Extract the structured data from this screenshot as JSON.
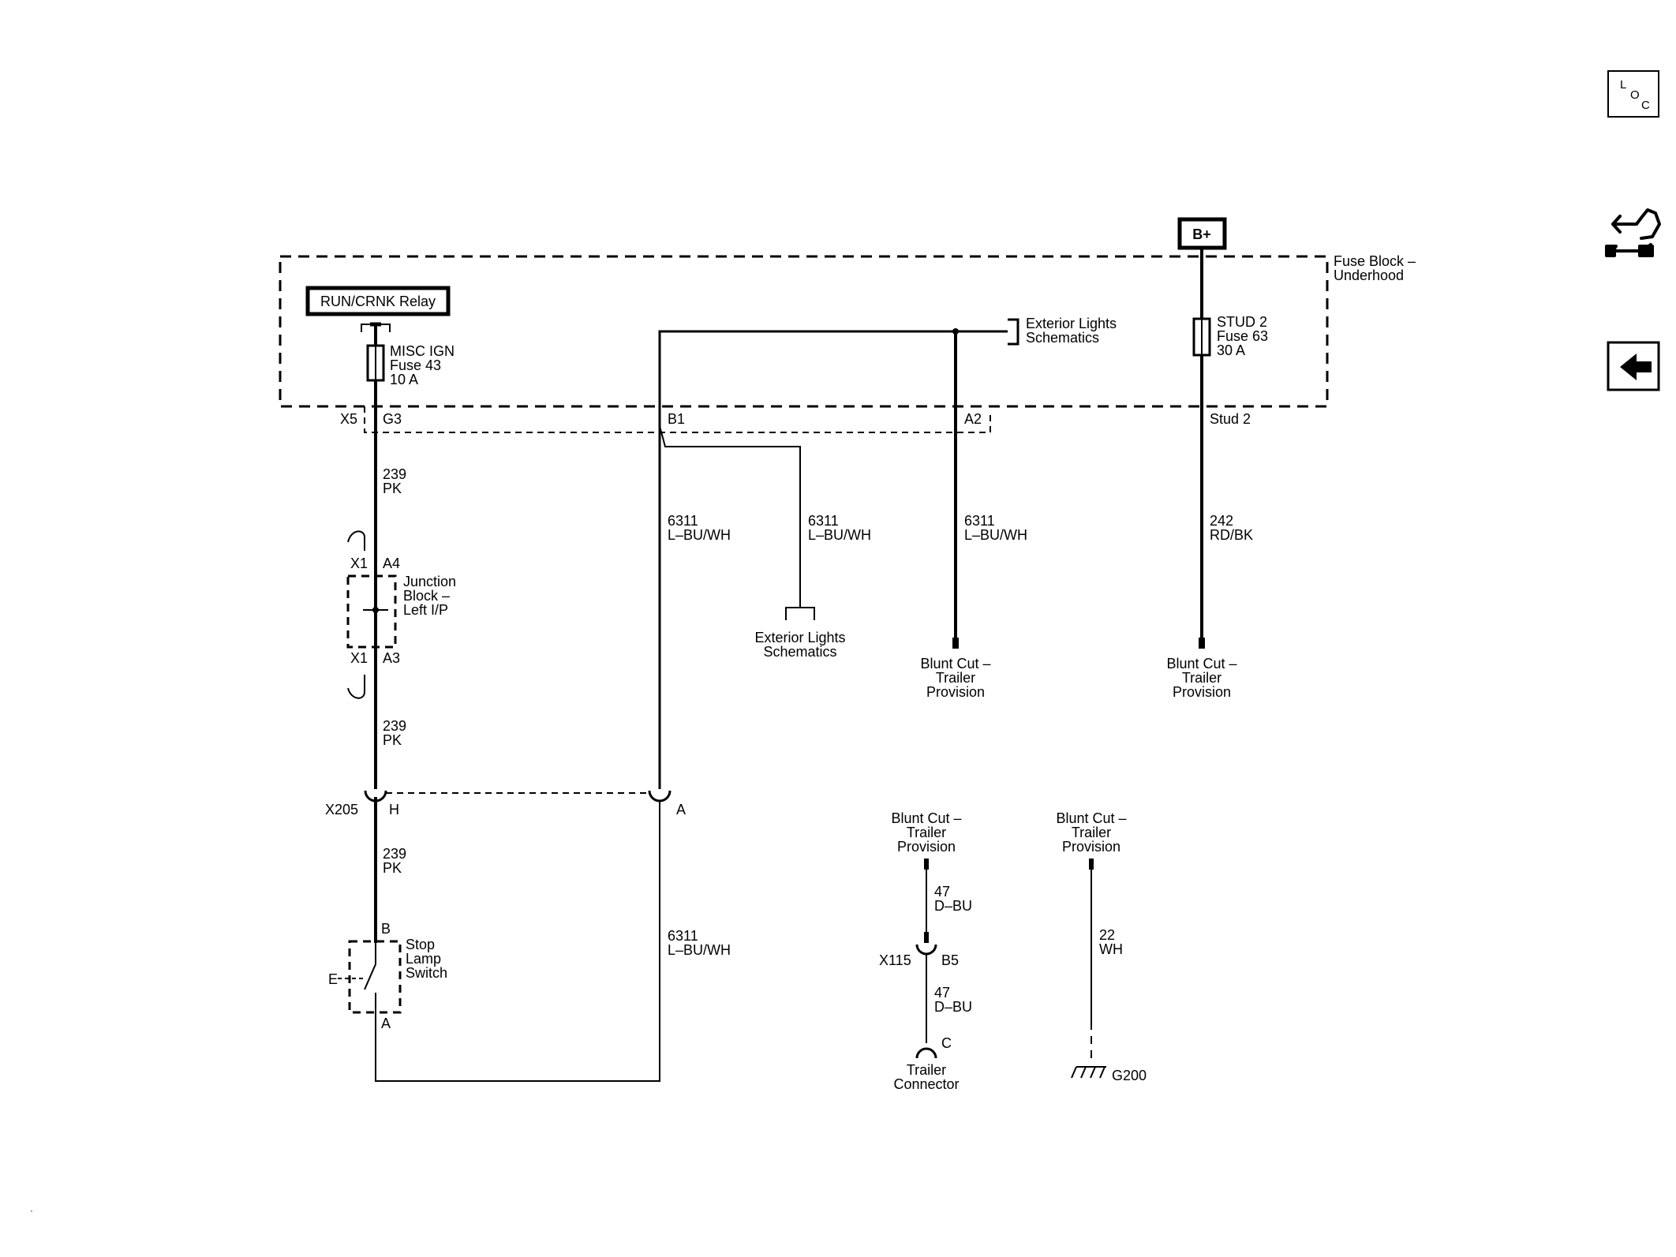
{
  "page": {
    "background": "#ffffff",
    "ink": "#000000"
  },
  "nav": {
    "loc": {
      "l": "L",
      "o": "O",
      "c": "C",
      "icon": "location-icon"
    },
    "connector_icon": "connector-view-icon",
    "back_icon": "back-arrow-icon"
  },
  "labels": {
    "bplus": "B+",
    "fuse_block": [
      "Fuse Block –",
      "Underhood"
    ],
    "run_relay": "RUN/CRNK Relay",
    "misc_fuse": [
      "MISC IGN",
      "Fuse 43",
      "10 A"
    ],
    "stud_fuse": [
      "STUD 2",
      "Fuse 63",
      "30 A"
    ],
    "ext_lights_top": [
      "Exterior Lights",
      "Schematics"
    ],
    "ext_lights_mid": [
      "Exterior Lights",
      "Schematics"
    ],
    "x5": "X5",
    "g3": "G3",
    "b1": "B1",
    "a2": "A2",
    "stud2": "Stud 2",
    "w239_a": [
      "239",
      "PK"
    ],
    "w239_b": [
      "239",
      "PK"
    ],
    "w239_c": [
      "239",
      "PK"
    ],
    "w6311_a": [
      "6311",
      "L–BU/WH"
    ],
    "w6311_b": [
      "6311",
      "L–BU/WH"
    ],
    "w6311_c": [
      "6311",
      "L–BU/WH"
    ],
    "w6311_d": [
      "6311",
      "L–BU/WH"
    ],
    "w242": [
      "242",
      "RD/BK"
    ],
    "x1_top": "X1",
    "a4": "A4",
    "x1_bot": "X1",
    "a3": "A3",
    "junction": [
      "Junction",
      "Block –",
      "Left I/P"
    ],
    "blunt1": [
      "Blunt Cut –",
      "Trailer",
      "Provision"
    ],
    "blunt2": [
      "Blunt Cut –",
      "Trailer",
      "Provision"
    ],
    "blunt3": [
      "Blunt Cut –",
      "Trailer",
      "Provision"
    ],
    "blunt4": [
      "Blunt Cut –",
      "Trailer",
      "Provision"
    ],
    "x205": "X205",
    "h": "H",
    "a_conn": "A",
    "switch_b": "B",
    "switch_a": "A",
    "switch_e": "E",
    "stop_switch": [
      "Stop",
      "Lamp",
      "Switch"
    ],
    "w47_a": [
      "47",
      "D–BU"
    ],
    "w47_b": [
      "47",
      "D–BU"
    ],
    "w22": [
      "22",
      "WH"
    ],
    "x115": "X115",
    "b5": "B5",
    "c": "C",
    "trailer_conn": [
      "Trailer",
      "Connector"
    ],
    "g200": "G200"
  }
}
